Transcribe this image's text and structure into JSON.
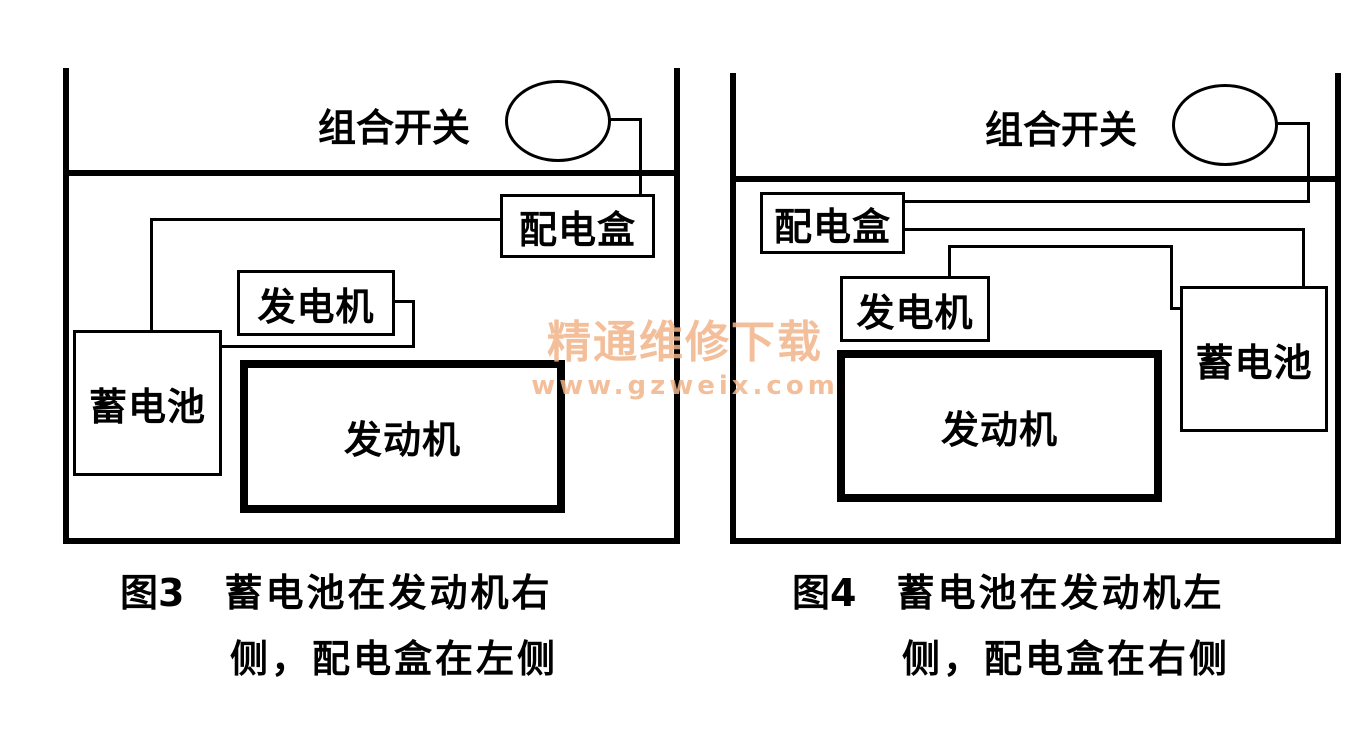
{
  "figures": [
    {
      "components": {
        "switch": "组合开关",
        "fuse_box": "配电盒",
        "generator": "发电机",
        "battery": "蓄电池",
        "engine": "发动机"
      },
      "caption": {
        "number": "图3",
        "line1": "蓄电池在发动机右",
        "line2": "侧，配电盒在左侧"
      }
    },
    {
      "components": {
        "switch": "组合开关",
        "fuse_box": "配电盒",
        "generator": "发电机",
        "battery": "蓄电池",
        "engine": "发动机"
      },
      "caption": {
        "number": "图4",
        "line1": "蓄电池在发动机左",
        "line2": "侧，配电盒在右侧"
      }
    }
  ],
  "watermark": {
    "text": "精通维修下载",
    "url": "www.gzweix.com",
    "color": "#f2b58a"
  }
}
